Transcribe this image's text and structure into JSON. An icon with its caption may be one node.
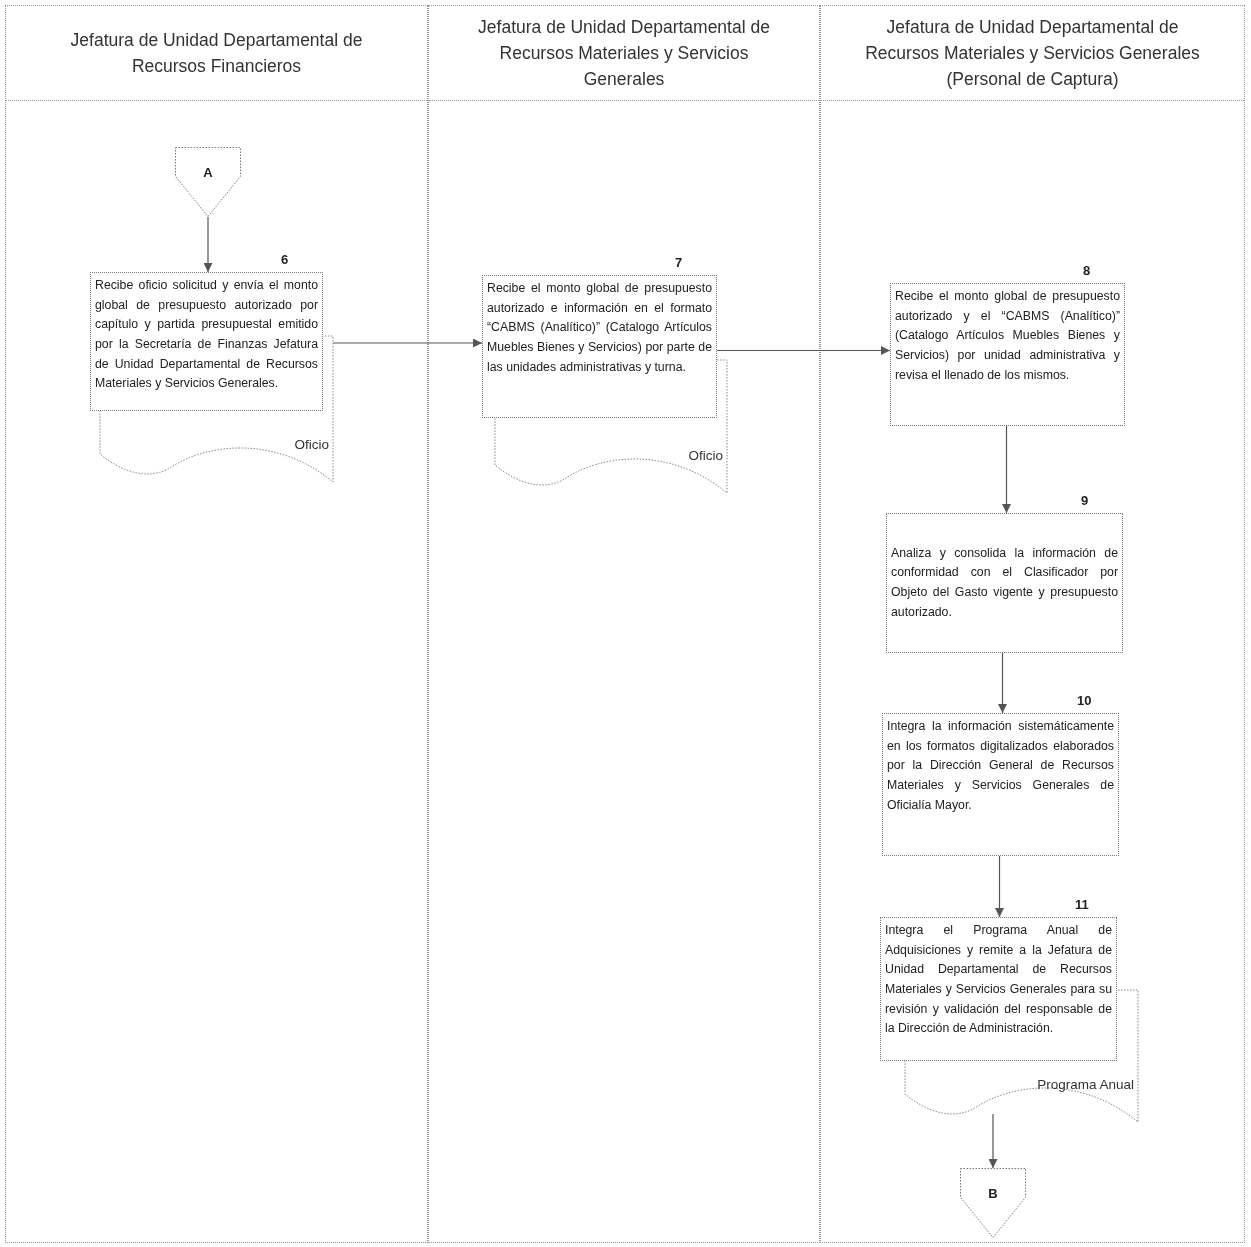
{
  "diagram": {
    "nodes": [
      {
        "text": [
          "Jefatura de Unidad Departamental de Recursos Financieros"
        ]
      },
      {
        "text": [
          "Jefatura de Unidad Departamental de Recursos Materiales y Servicios Generales"
        ]
      },
      {
        "text": [
          "Jefatura de Unidad Departamental de Recursos Materiales y Servicios Generales (Personal de Captura)"
        ]
      },
      {
        "text": [
          "A"
        ],
        "in": 0
      },
      {
        "text": [
          "Recibe oficio solicitud y envía el monto global de presupuesto autorizado por capítulo y partida presupuestal emitido por la Secretaría de Finanzas Jefatura de Unidad Departamental de Recursos Materiales y Servicios Generales."
        ],
        "beside": [
          "6"
        ],
        "in": 0
      },
      {
        "text": [
          "Oficio"
        ],
        "in": 0
      },
      {
        "text": [
          "Recibe el monto global de presupuesto autorizado e información en el formato “CABMS (Analítico)” (Catalogo Artículos Muebles Bienes y Servicios) por parte de las unidades administrativas y turna."
        ],
        "beside": [
          "7"
        ],
        "in": 1
      },
      {
        "text": [
          "Oficio"
        ],
        "in": 1
      },
      {
        "text": [
          "Recibe el monto global de presupuesto autorizado y el “CABMS (Analítico)” (Catalogo Artículos Muebles Bienes y Servicios) por unidad administrativa y revisa el llenado de los mismos."
        ],
        "beside": [
          "8"
        ],
        "in": 2
      },
      {
        "text": [
          "Analiza y consolida la información de conformidad con el Clasificador por Objeto del Gasto vigente y presupuesto autorizado."
        ],
        "beside": [
          "9"
        ],
        "in": 2
      },
      {
        "text": [
          "Integra la información sistemáticamente en los formatos digitalizados elaborados por la Dirección General de Recursos Materiales y Servicios Generales de Oficialía Mayor."
        ],
        "beside": [
          "10"
        ],
        "in": 2
      },
      {
        "text": [
          "Integra el Programa Anual de Adquisiciones y remite a la Jefatura de Unidad Departamental de Recursos Materiales y Servicios Generales para su revisión y validación del responsable de la Dirección de Administración."
        ],
        "beside": [
          "11"
        ],
        "in": 2
      },
      {
        "text": [
          "Programa Anual"
        ],
        "in": 2
      },
      {
        "text": [
          "B"
        ],
        "in": 2
      }
    ],
    "edges": [
      {
        "from": 3,
        "to": 4,
        "arrow": "to"
      },
      {
        "from": 4,
        "to": 6,
        "arrow": "to"
      },
      {
        "from": 6,
        "to": 8,
        "arrow": "to"
      },
      {
        "from": 8,
        "to": 9,
        "arrow": "to"
      },
      {
        "from": 9,
        "to": 10,
        "arrow": "to"
      },
      {
        "from": 10,
        "to": 11,
        "arrow": "to"
      },
      {
        "from": 12,
        "to": 13,
        "arrow": "to"
      }
    ]
  }
}
